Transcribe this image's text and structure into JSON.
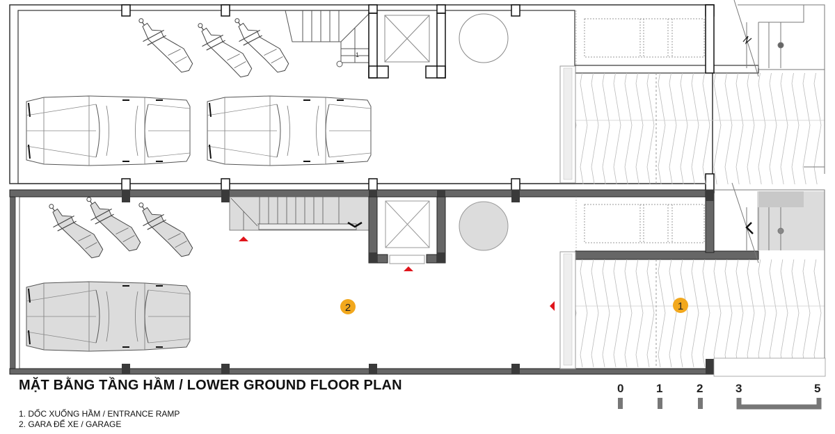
{
  "drawing": {
    "title": "MẶT BẰNG TẦNG HẦM / LOWER GROUND FLOOR PLAN",
    "legend": [
      {
        "number": "1",
        "label": "1. DỐC XUỐNG HẦM / ENTRANCE RAMP"
      },
      {
        "number": "2",
        "label": "2. GARA ĐỂ XE / GARAGE"
      }
    ],
    "markers": [
      {
        "number": "1",
        "area": "entrance-ramp",
        "color": "#F2A81D"
      },
      {
        "number": "2",
        "area": "garage",
        "color": "#F2A81D"
      }
    ],
    "scale_bar": {
      "ticks": [
        "0",
        "1",
        "2",
        "3",
        "5"
      ],
      "color": "#777777"
    },
    "colors": {
      "wall_dark": "#666666",
      "column": "#3a3a3a",
      "hatch_fill": "#dcdcdc",
      "entry_arrow": "#e0141b",
      "marker": "#F2A81D",
      "line": "#222222"
    },
    "plans": [
      {
        "name": "upper-floor-plan",
        "style": "outline",
        "cars": 2,
        "motorbikes": 3
      },
      {
        "name": "lower-ground-floor-plan",
        "style": "filled",
        "cars": 1,
        "motorbikes": 3
      }
    ]
  }
}
